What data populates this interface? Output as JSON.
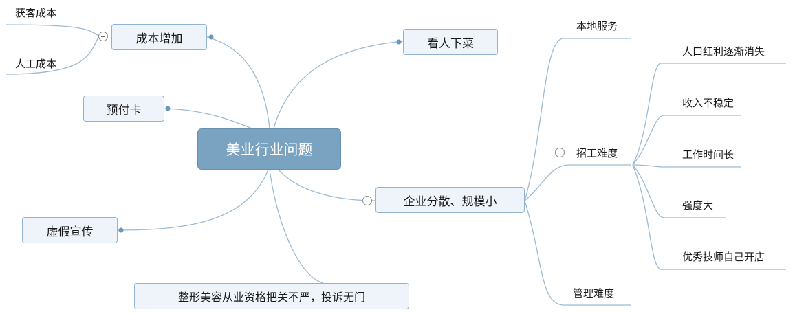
{
  "mindmap": {
    "root": "美业行业问题",
    "left": {
      "cost": {
        "label": "成本增加",
        "children": [
          "获客成本",
          "人工成本"
        ]
      },
      "prepaid": "预付卡",
      "ads": "虚假宣传",
      "cosmetic": "整形美容从业资格把关不严，投诉无门"
    },
    "right": {
      "pick": "看人下菜",
      "scatter": {
        "label": "企业分散、规模小",
        "children": {
          "local": "本地服务",
          "hiring": {
            "label": "招工难度",
            "children": [
              "人口红利逐渐消失",
              "收入不稳定",
              "工作时间长",
              "强度大",
              "优秀技师自己开店"
            ]
          },
          "manage": "管理难度"
        }
      }
    }
  },
  "colors": {
    "root_fill": "#7aa2c1",
    "node_fill": "#eef4f9",
    "node_border": "#8fb3d1",
    "connector": "#9cbad3"
  }
}
